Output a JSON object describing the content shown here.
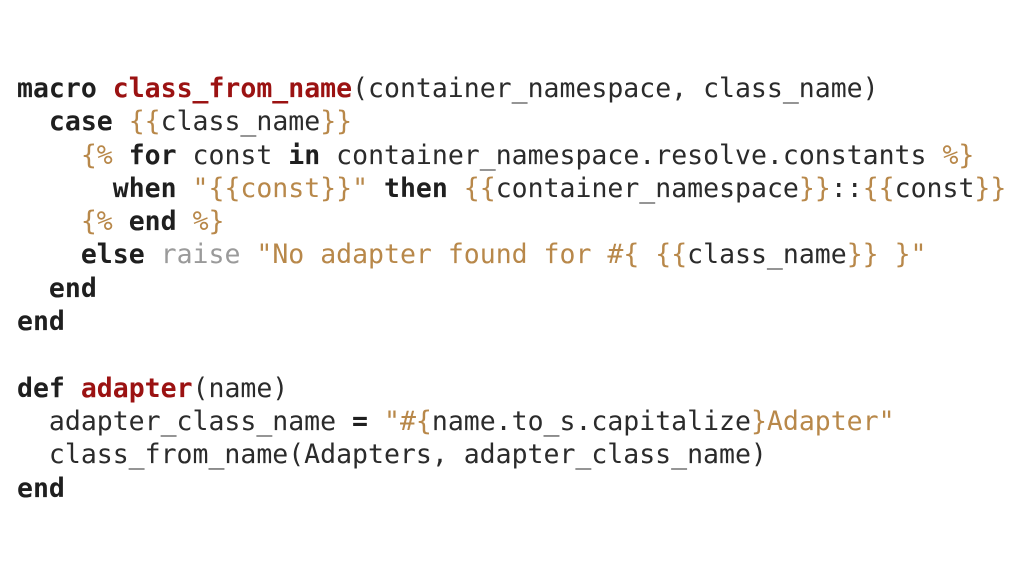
{
  "code": {
    "lines": [
      [
        {
          "text": "macro",
          "type": "kw"
        },
        {
          "text": " ",
          "type": "plain"
        },
        {
          "text": "class_from_name",
          "type": "fn"
        },
        {
          "text": "(container_namespace, class_name)",
          "type": "plain"
        }
      ],
      [
        {
          "text": "  ",
          "type": "plain"
        },
        {
          "text": "case",
          "type": "kw"
        },
        {
          "text": " ",
          "type": "plain"
        },
        {
          "text": "{{",
          "type": "tpl"
        },
        {
          "text": "class_name",
          "type": "plain"
        },
        {
          "text": "}}",
          "type": "tpl"
        }
      ],
      [
        {
          "text": "    ",
          "type": "plain"
        },
        {
          "text": "{%",
          "type": "tpl"
        },
        {
          "text": " ",
          "type": "plain"
        },
        {
          "text": "for",
          "type": "kw"
        },
        {
          "text": " const ",
          "type": "plain"
        },
        {
          "text": "in",
          "type": "kw"
        },
        {
          "text": " container_namespace.resolve.constants ",
          "type": "plain"
        },
        {
          "text": "%}",
          "type": "tpl"
        }
      ],
      [
        {
          "text": "      ",
          "type": "plain"
        },
        {
          "text": "when",
          "type": "kw"
        },
        {
          "text": " ",
          "type": "plain"
        },
        {
          "text": "\"{{const}}\"",
          "type": "str"
        },
        {
          "text": " ",
          "type": "plain"
        },
        {
          "text": "then",
          "type": "kw"
        },
        {
          "text": " ",
          "type": "plain"
        },
        {
          "text": "{{",
          "type": "tpl"
        },
        {
          "text": "container_namespace",
          "type": "plain"
        },
        {
          "text": "}}",
          "type": "tpl"
        },
        {
          "text": "::",
          "type": "plain"
        },
        {
          "text": "{{",
          "type": "tpl"
        },
        {
          "text": "const",
          "type": "plain"
        },
        {
          "text": "}}",
          "type": "tpl"
        }
      ],
      [
        {
          "text": "    ",
          "type": "plain"
        },
        {
          "text": "{%",
          "type": "tpl"
        },
        {
          "text": " ",
          "type": "plain"
        },
        {
          "text": "end",
          "type": "kw"
        },
        {
          "text": " ",
          "type": "plain"
        },
        {
          "text": "%}",
          "type": "tpl"
        }
      ],
      [
        {
          "text": "    ",
          "type": "plain"
        },
        {
          "text": "else",
          "type": "kw"
        },
        {
          "text": " ",
          "type": "plain"
        },
        {
          "text": "raise",
          "type": "muted"
        },
        {
          "text": " ",
          "type": "plain"
        },
        {
          "text": "\"No adapter found for #{ ",
          "type": "str"
        },
        {
          "text": "{{",
          "type": "tpl"
        },
        {
          "text": "class_name",
          "type": "plain"
        },
        {
          "text": "}}",
          "type": "tpl"
        },
        {
          "text": " }\"",
          "type": "str"
        }
      ],
      [
        {
          "text": "  ",
          "type": "plain"
        },
        {
          "text": "end",
          "type": "kw"
        }
      ],
      [
        {
          "text": "end",
          "type": "kw"
        }
      ],
      [],
      [
        {
          "text": "def",
          "type": "kw"
        },
        {
          "text": " ",
          "type": "plain"
        },
        {
          "text": "adapter",
          "type": "fn"
        },
        {
          "text": "(name)",
          "type": "plain"
        }
      ],
      [
        {
          "text": "  adapter_class_name ",
          "type": "plain"
        },
        {
          "text": "=",
          "type": "kw"
        },
        {
          "text": " ",
          "type": "plain"
        },
        {
          "text": "\"#{",
          "type": "str"
        },
        {
          "text": "name.to_s.capitalize",
          "type": "plain"
        },
        {
          "text": "}Adapter\"",
          "type": "str"
        }
      ],
      [
        {
          "text": "  class_from_name(Adapters, adapter_class_name)",
          "type": "plain"
        }
      ],
      [
        {
          "text": "end",
          "type": "kw"
        }
      ]
    ]
  },
  "colors": {
    "keyword": "#1f1f1f",
    "function_name": "#9b1212",
    "string": "#b8884a",
    "template_delimiter": "#b8884a",
    "muted_keyword": "#9a9a9a",
    "plain": "#2b2b2b",
    "background": "#ffffff"
  }
}
